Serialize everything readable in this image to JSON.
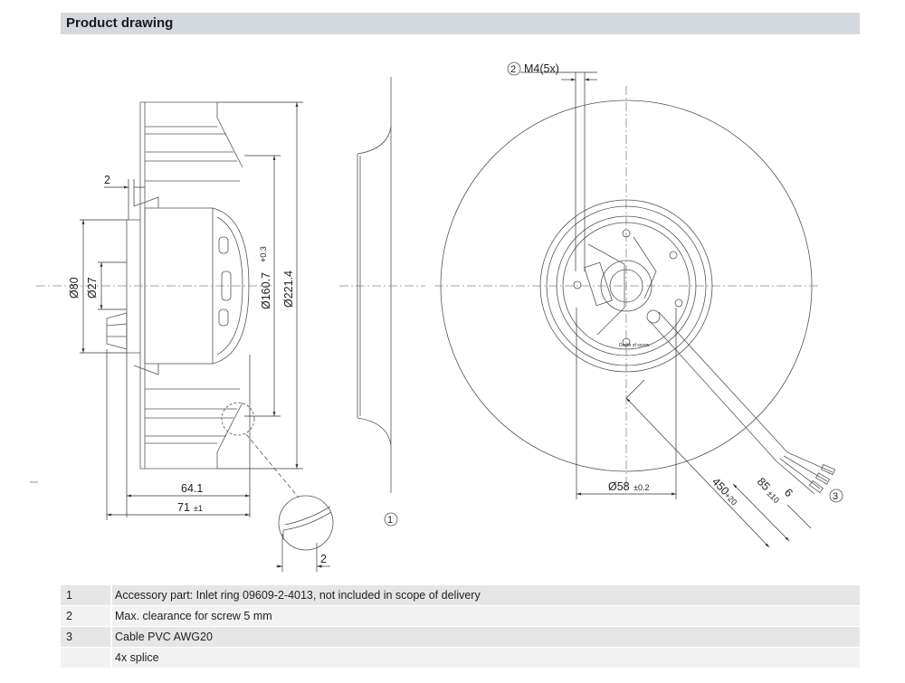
{
  "header": {
    "title": "Product drawing"
  },
  "dimensions": {
    "d2_top": "2",
    "d80": "Ø80",
    "d27": "Ø27",
    "d160": "Ø160.7",
    "d160_tol": "+0.3",
    "d221": "Ø221.4",
    "w64": "64.1",
    "w71": "71",
    "w71_tol": "±1",
    "detail_2": "2",
    "m4": "M4(5x)",
    "d58": "Ø58",
    "d58_tol": "±0.2",
    "l450": "450",
    "l450_tol": "+20",
    "l85": "85",
    "l85_tol": "±10",
    "l6": "6"
  },
  "callouts": {
    "c1": "1",
    "c2": "2",
    "c3": "3"
  },
  "legend": [
    {
      "num": "1",
      "text": "Accessory part: Inlet ring 09609-2-4013, not included in scope of delivery"
    },
    {
      "num": "2",
      "text": "Max. clearance for screw 5 mm"
    },
    {
      "num": "3",
      "text": "Cable PVC AWG20"
    },
    {
      "num": "",
      "text": "4x splice"
    }
  ],
  "colors": {
    "header_bg": "#d4d9e0",
    "row_bg": "#e6e6e6",
    "row_alt_bg": "#f2f2f2",
    "line": "#555555"
  }
}
